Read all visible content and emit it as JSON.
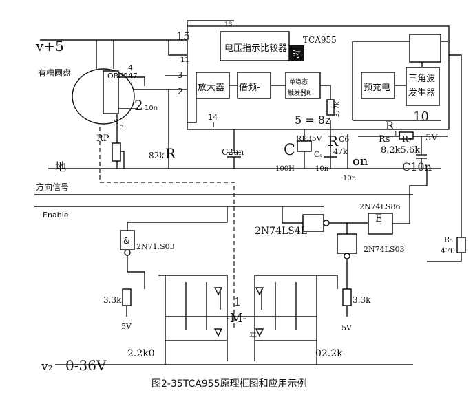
{
  "caption": "图2-35TCA955原理框图和应用示例",
  "rails": {
    "vplus": "v+5",
    "ground": "地",
    "v2": "v₂",
    "v2_range": "0-36V"
  },
  "signals": {
    "direction": "方向信号",
    "enable": "Enable"
  },
  "disk": {
    "label": "有槽圆盘",
    "sensor": "OBP947",
    "pin4": "4",
    "pin5": "5",
    "pin3": "3"
  },
  "chip": {
    "name": "TCA955",
    "pin13": "13",
    "pin15": "15",
    "pin11": "11",
    "pin3": "3",
    "pin2": "2",
    "pin14": "14",
    "pin4": "4"
  },
  "blocks": {
    "voltage_comparator": "电压指示比较器",
    "timer": "时",
    "amplifier": "放大器",
    "doubler": "倍频-",
    "monostable_line1": "单稳态",
    "monostable_line2": "触发器R",
    "precharge": "预充电",
    "triangle_line1": "三角波",
    "triangle_line2": "发生器"
  },
  "labels": {
    "rp": "RP",
    "n2": "2",
    "c10n_a": "10n",
    "r82k": "82k",
    "r82k_R": "R",
    "c2un": "C2un",
    "s5_8z": "5 = 8z",
    "r37k": "3. 7k",
    "rp35v": "RP35V",
    "r_big": "R",
    "c6": "C6",
    "r47k": "47k",
    "c_big": "C",
    "cs": "Cₛ",
    "c100h": "100H",
    "c10n_b": "10n",
    "on": "on",
    "c10n_c": "10n",
    "n10": "10",
    "r_small": "R",
    "r11": "11",
    "rs": "Rs",
    "r7": "R₇",
    "v5": "5V",
    "r82k56k": "8.2k5.6k",
    "c10n_d": "C10n",
    "gate_ls86": "2N74LS86",
    "gate_ls4": "2N74LS4L",
    "gate_e": "E",
    "gate_and_amp": "&",
    "gate_ls03_left": "2N71.S03",
    "gate_ls03_right": "2N74LS03",
    "r5": "R₅",
    "r470": "470",
    "r3k3_left": "3.3k",
    "r3k3_right": "3.3k",
    "v5_left": "5V",
    "v5_right": "5V",
    "motor": "-M-",
    "motor_top": "1",
    "ping": "平",
    "r2k2_left": "2.2k0",
    "r2k2_right": "02.2k"
  }
}
